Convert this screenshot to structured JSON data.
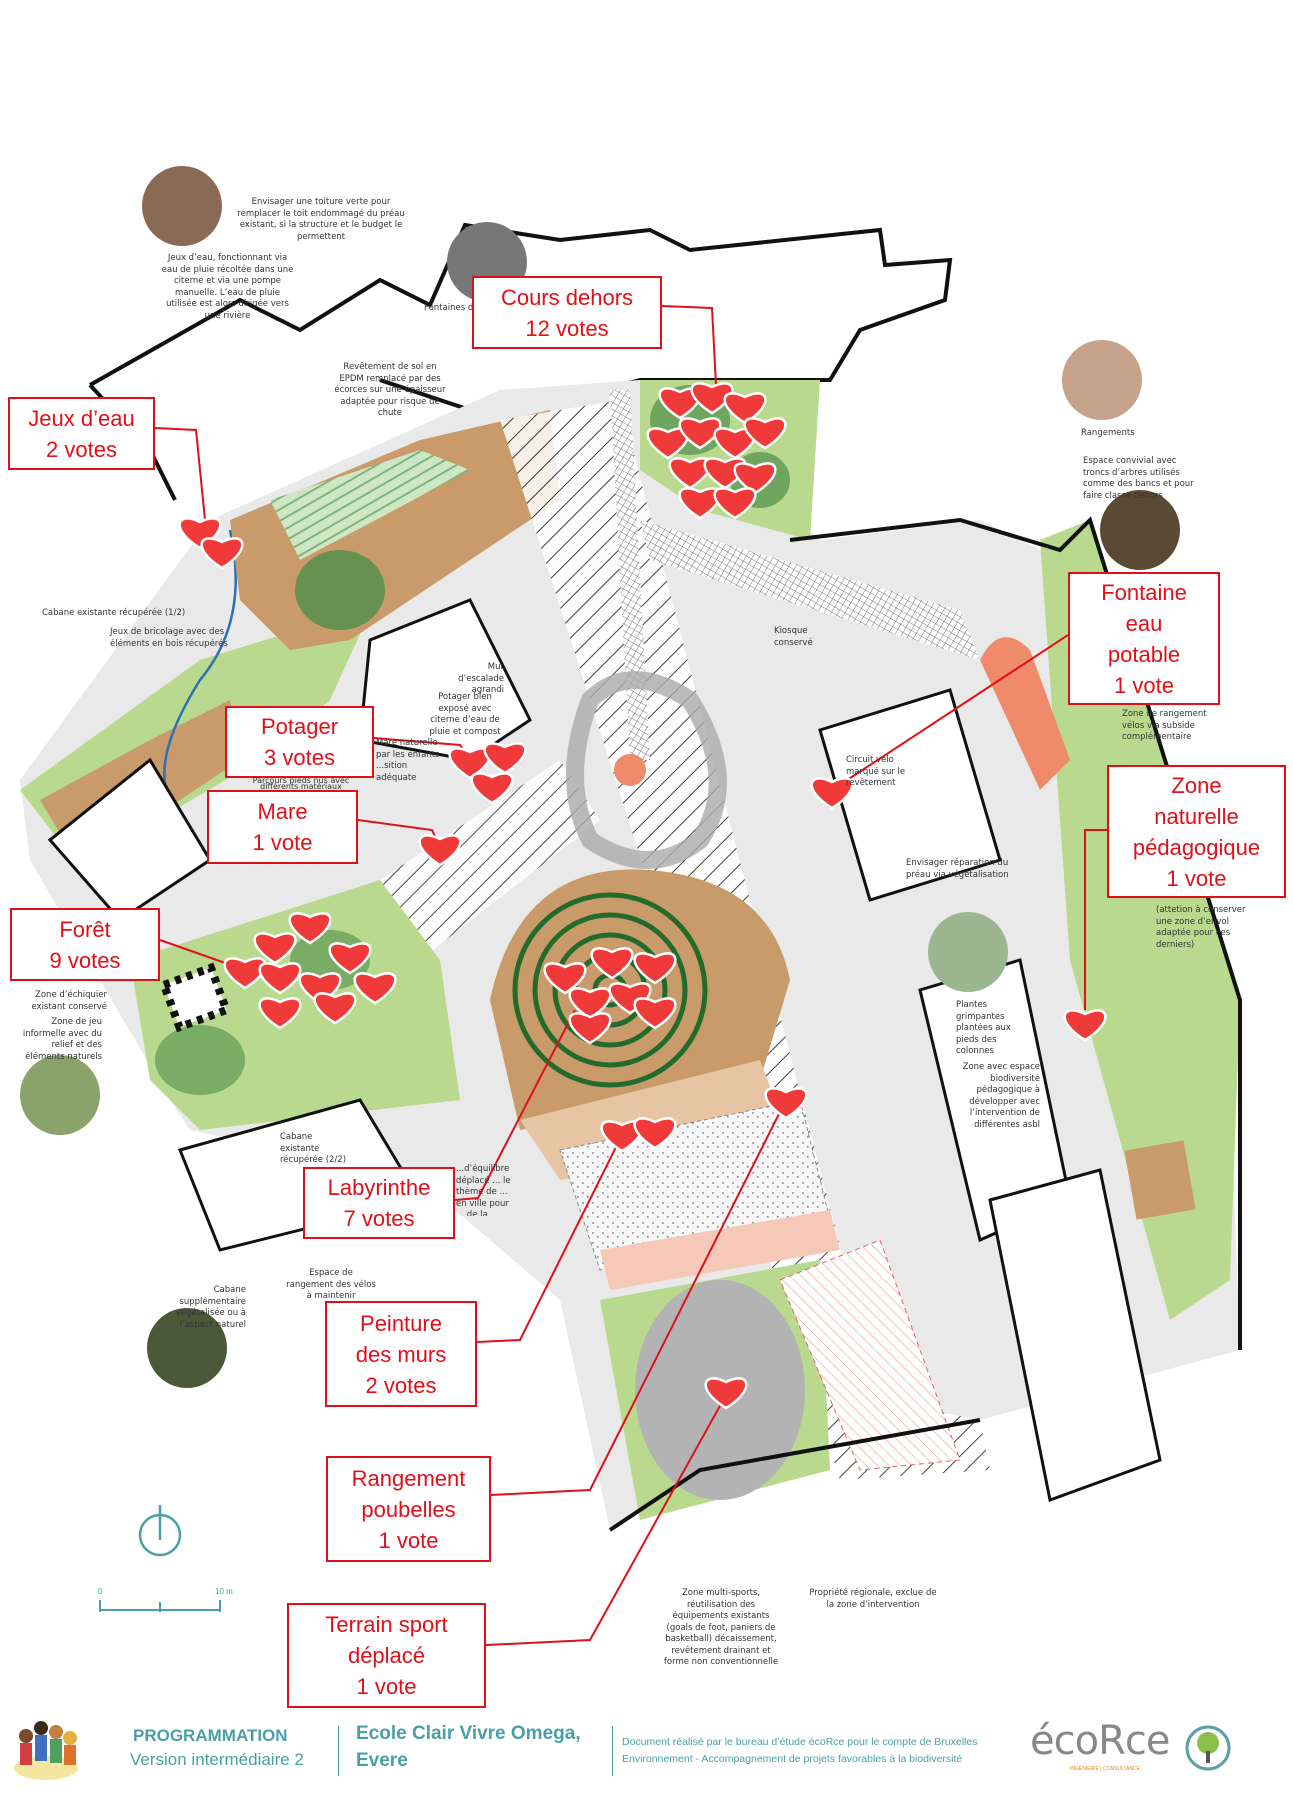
{
  "vote_labels": {
    "cours_dehors": [
      "Cours dehors",
      "12 votes"
    ],
    "jeux_eau": [
      "Jeux d’eau",
      "2 votes"
    ],
    "fontaine": [
      "Fontaine",
      "eau",
      "potable",
      "1 vote"
    ],
    "potager": [
      "Potager",
      "3 votes"
    ],
    "mare": [
      "Mare",
      "1 vote"
    ],
    "zone_naturelle": [
      "Zone",
      "naturelle",
      "pédagogique",
      "1 vote"
    ],
    "foret": [
      "Forêt",
      "9 votes"
    ],
    "labyrinthe": [
      "Labyrinthe",
      "7 votes"
    ],
    "peinture": [
      "Peinture",
      "des murs",
      "2 votes"
    ],
    "rangement_poubelles": [
      "Rangement",
      "poubelles",
      "1 vote"
    ],
    "terrain_sport": [
      "Terrain sport",
      "déplacé",
      "1 vote"
    ]
  },
  "annotations": {
    "toiture": "Envisager une toiture verte pour remplacer le toit endommagé du préau existant, si la structure et le budget le permettent",
    "jeux_eau": "Jeux d’eau, fonctionnant via eau de pluie récoltée dans une citerne et via une pompe manuelle. L’eau de pluie utilisée est alors dirigée vers une rivière",
    "fontaines": "Fontaines d’e...",
    "revetement": "Revêtement de sol en EPDM remplacé par des écorces sur une épaisseur adaptée pour risque de chute",
    "rangements": "Rangements",
    "espace_convivial": "Espace convivial avec troncs d’arbres utilisés comme des bancs et pour faire classe dehors",
    "cabane_1": "Cabane existante récupérée (1/2)",
    "bricolage": "Jeux de bricolage avec des éléments en bois récupérés",
    "escalade": "Mur d’escalade agrandi",
    "potager": "Potager bien exposé avec citerne d’eau de pluie et compost",
    "mare": "Mare naturelle par les enfants ...sition adéquate",
    "parcours": "Parcours pieds nus avec différents matériaux",
    "kiosque": "Kiosque conservé",
    "circuit_velo": "Circuit vélo marqué sur le revêtement",
    "rangement_velos": "Zone de rangement vélos via subside complémentaire",
    "preau": "Envisager réparation du préau via végétalisation",
    "envol": "(attetion à conserver une zone d’envol adaptée pour ces derniers)",
    "plantes": "Plantes grimpantes plantées aux pieds des colonnes",
    "biodiversite": "Zone avec espace biodiversité pédagogique à développer avec l’intervention de différentes asbl",
    "echiquier": "Zone d’échiquier existant conservé",
    "jeu_informel": "Zone de jeu informelle avec du relief et des éléments naturels",
    "cabane_2": "Cabane existante récupérée (2/2)",
    "equilibre": "...d’équilibre déplacé ... le thème de ... en ville pour ... de la couleur",
    "velos_maintenir": "Espace de rangement des vélos à maintenir",
    "cabane_sup": "Cabane supplémentaire végétalisée ou à l’aspect naturel",
    "multisports": "Zone multi-sports, réutilisation des équipements existants (goals de foot, paniers de basketball) décaissement, revêtement drainant et forme non conventionnelle",
    "propriete": "Propriété régionale, exclue de la zone d’intervention"
  },
  "scale": {
    "start": "0",
    "end": "10 m"
  },
  "footer": {
    "title": "PROGRAMMATION",
    "version": "Version intermédiaire 2",
    "school_line1": "Ecole Clair Vivre Omega,",
    "school_line2": "Evere",
    "credit_line1": "Document réalisé par le bureau d’étude écoRce pour le compte de Bruxelles",
    "credit_line2": "Environnement - Accompagnement de projets favorables à la biodiversité",
    "logo_text": "écoRce",
    "logo_sub": "INGÉNIERIE | CONSULTANCE"
  },
  "colors": {
    "vote_red": "#e0101a",
    "heart": "#f03a3a",
    "sand": "#c99a6a",
    "grass": "#b9d98f",
    "tree": "#4f8f4a",
    "teal": "#4a9fa6",
    "paving": "#e9e9e9",
    "orange": "#ef8b6a"
  }
}
